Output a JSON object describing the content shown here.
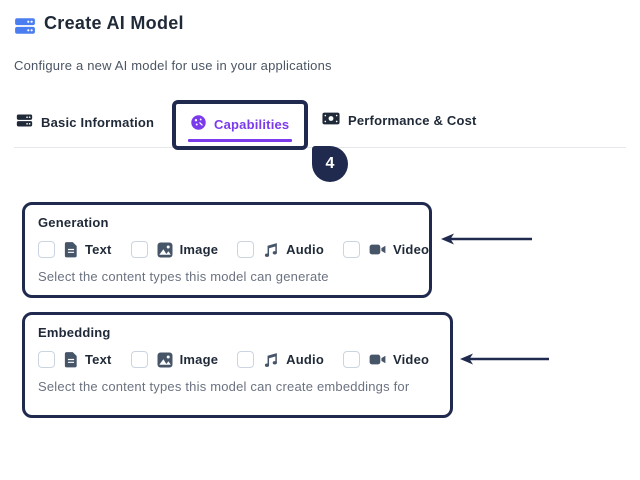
{
  "header": {
    "icon": "server-stack-icon",
    "title": "Create AI Model",
    "subtitle": "Configure a new AI model for use in your applications"
  },
  "tabs": [
    {
      "id": "basic-information",
      "icon": "server-stack-icon",
      "label": "Basic Information",
      "active": false
    },
    {
      "id": "capabilities",
      "icon": "capabilities-icon",
      "label": "Capabilities",
      "active": true
    },
    {
      "id": "performance-cost",
      "icon": "banknote-icon",
      "label": "Performance & Cost",
      "active": false
    }
  ],
  "annotations": {
    "step_badge": "4",
    "highlight_color": "#202a4e",
    "arrows": 2
  },
  "sections": [
    {
      "label": "Generation",
      "help": "Select the content types this model can generate",
      "options": [
        {
          "label": "Text",
          "icon": "file-text-icon",
          "checked": false
        },
        {
          "label": "Image",
          "icon": "image-icon",
          "checked": false
        },
        {
          "label": "Audio",
          "icon": "music-note-icon",
          "checked": false
        },
        {
          "label": "Video",
          "icon": "video-camera-icon",
          "checked": false
        }
      ]
    },
    {
      "label": "Embedding",
      "help": "Select the content types this model can create embeddings for",
      "options": [
        {
          "label": "Text",
          "icon": "file-text-icon",
          "checked": false
        },
        {
          "label": "Image",
          "icon": "image-icon",
          "checked": false
        },
        {
          "label": "Audio",
          "icon": "music-note-icon",
          "checked": false
        },
        {
          "label": "Video",
          "icon": "video-camera-icon",
          "checked": false
        }
      ]
    }
  ],
  "colors": {
    "brand_blue": "#4a7df0",
    "accent_purple": "#7c3aed",
    "annotation_navy": "#202a4e",
    "title_text": "#1f2937",
    "muted_text": "#6b7280",
    "icon_slate": "#475569"
  }
}
